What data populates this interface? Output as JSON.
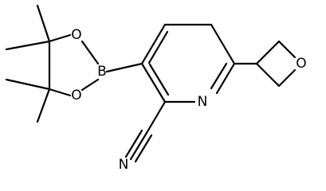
{
  "molecule": {
    "atoms": {
      "n_ring": "N",
      "n_nitrile": "N",
      "boron": "B",
      "o_upper": "O",
      "o_lower": "O",
      "o_oxetane": "O"
    },
    "colors": {
      "bond": "#000000",
      "label": "#000000",
      "background": "#ffffff"
    }
  }
}
